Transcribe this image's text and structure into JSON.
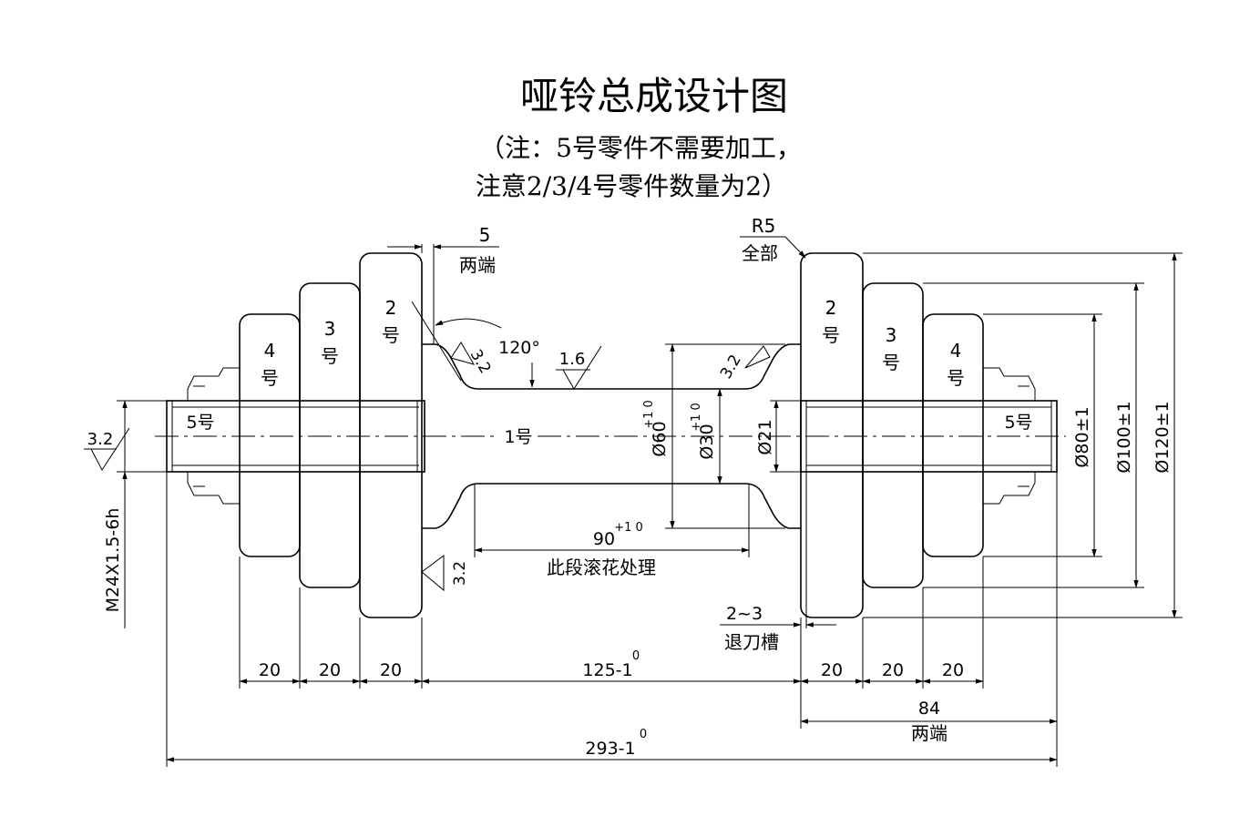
{
  "title": "哑铃总成设计图",
  "note_line1": "（注：5号零件不需要加工，",
  "note_line2": "注意2/3/4号零件数量为2）",
  "parts": {
    "p1": "1号",
    "p2_left": "2\n号",
    "p3_left": "3\n号",
    "p4_left": "4\n号",
    "p2_right": "2\n号",
    "p3_right": "3\n号",
    "p4_right": "4\n号",
    "p5_left": "5号",
    "p5_right": "5号"
  },
  "annotations": {
    "gap_value": "5",
    "gap_note": "两端",
    "radius_value": "R5",
    "radius_note": "全部",
    "angle": "120°",
    "rough_16": "1.6",
    "rough_32_a": "3.2",
    "rough_32_b": "3.2",
    "rough_32_c": "3.2",
    "rough_32_d": "3.2",
    "knurl_note": "此段滚花处理",
    "groove_value": "2~3",
    "groove_note": "退刀槽",
    "thread": "M24X1.5-6h"
  },
  "dimensions": {
    "d60": "Ø60",
    "d60_tol": "+1 0",
    "d30": "Ø30",
    "d30_tol": "+1 0",
    "d21": "Ø21",
    "d80": "Ø80±1",
    "d100": "Ø100±1",
    "d120": "Ø120±1",
    "len90": "90",
    "len90_tol": "+1 0",
    "w20_1": "20",
    "w20_2": "20",
    "w20_3": "20",
    "w20_4": "20",
    "w20_5": "20",
    "w20_6": "20",
    "len125": "125-1",
    "len125_sup": "0",
    "len84": "84",
    "len84_note": "两端",
    "len293": "293-1",
    "len293_sup": "0"
  }
}
